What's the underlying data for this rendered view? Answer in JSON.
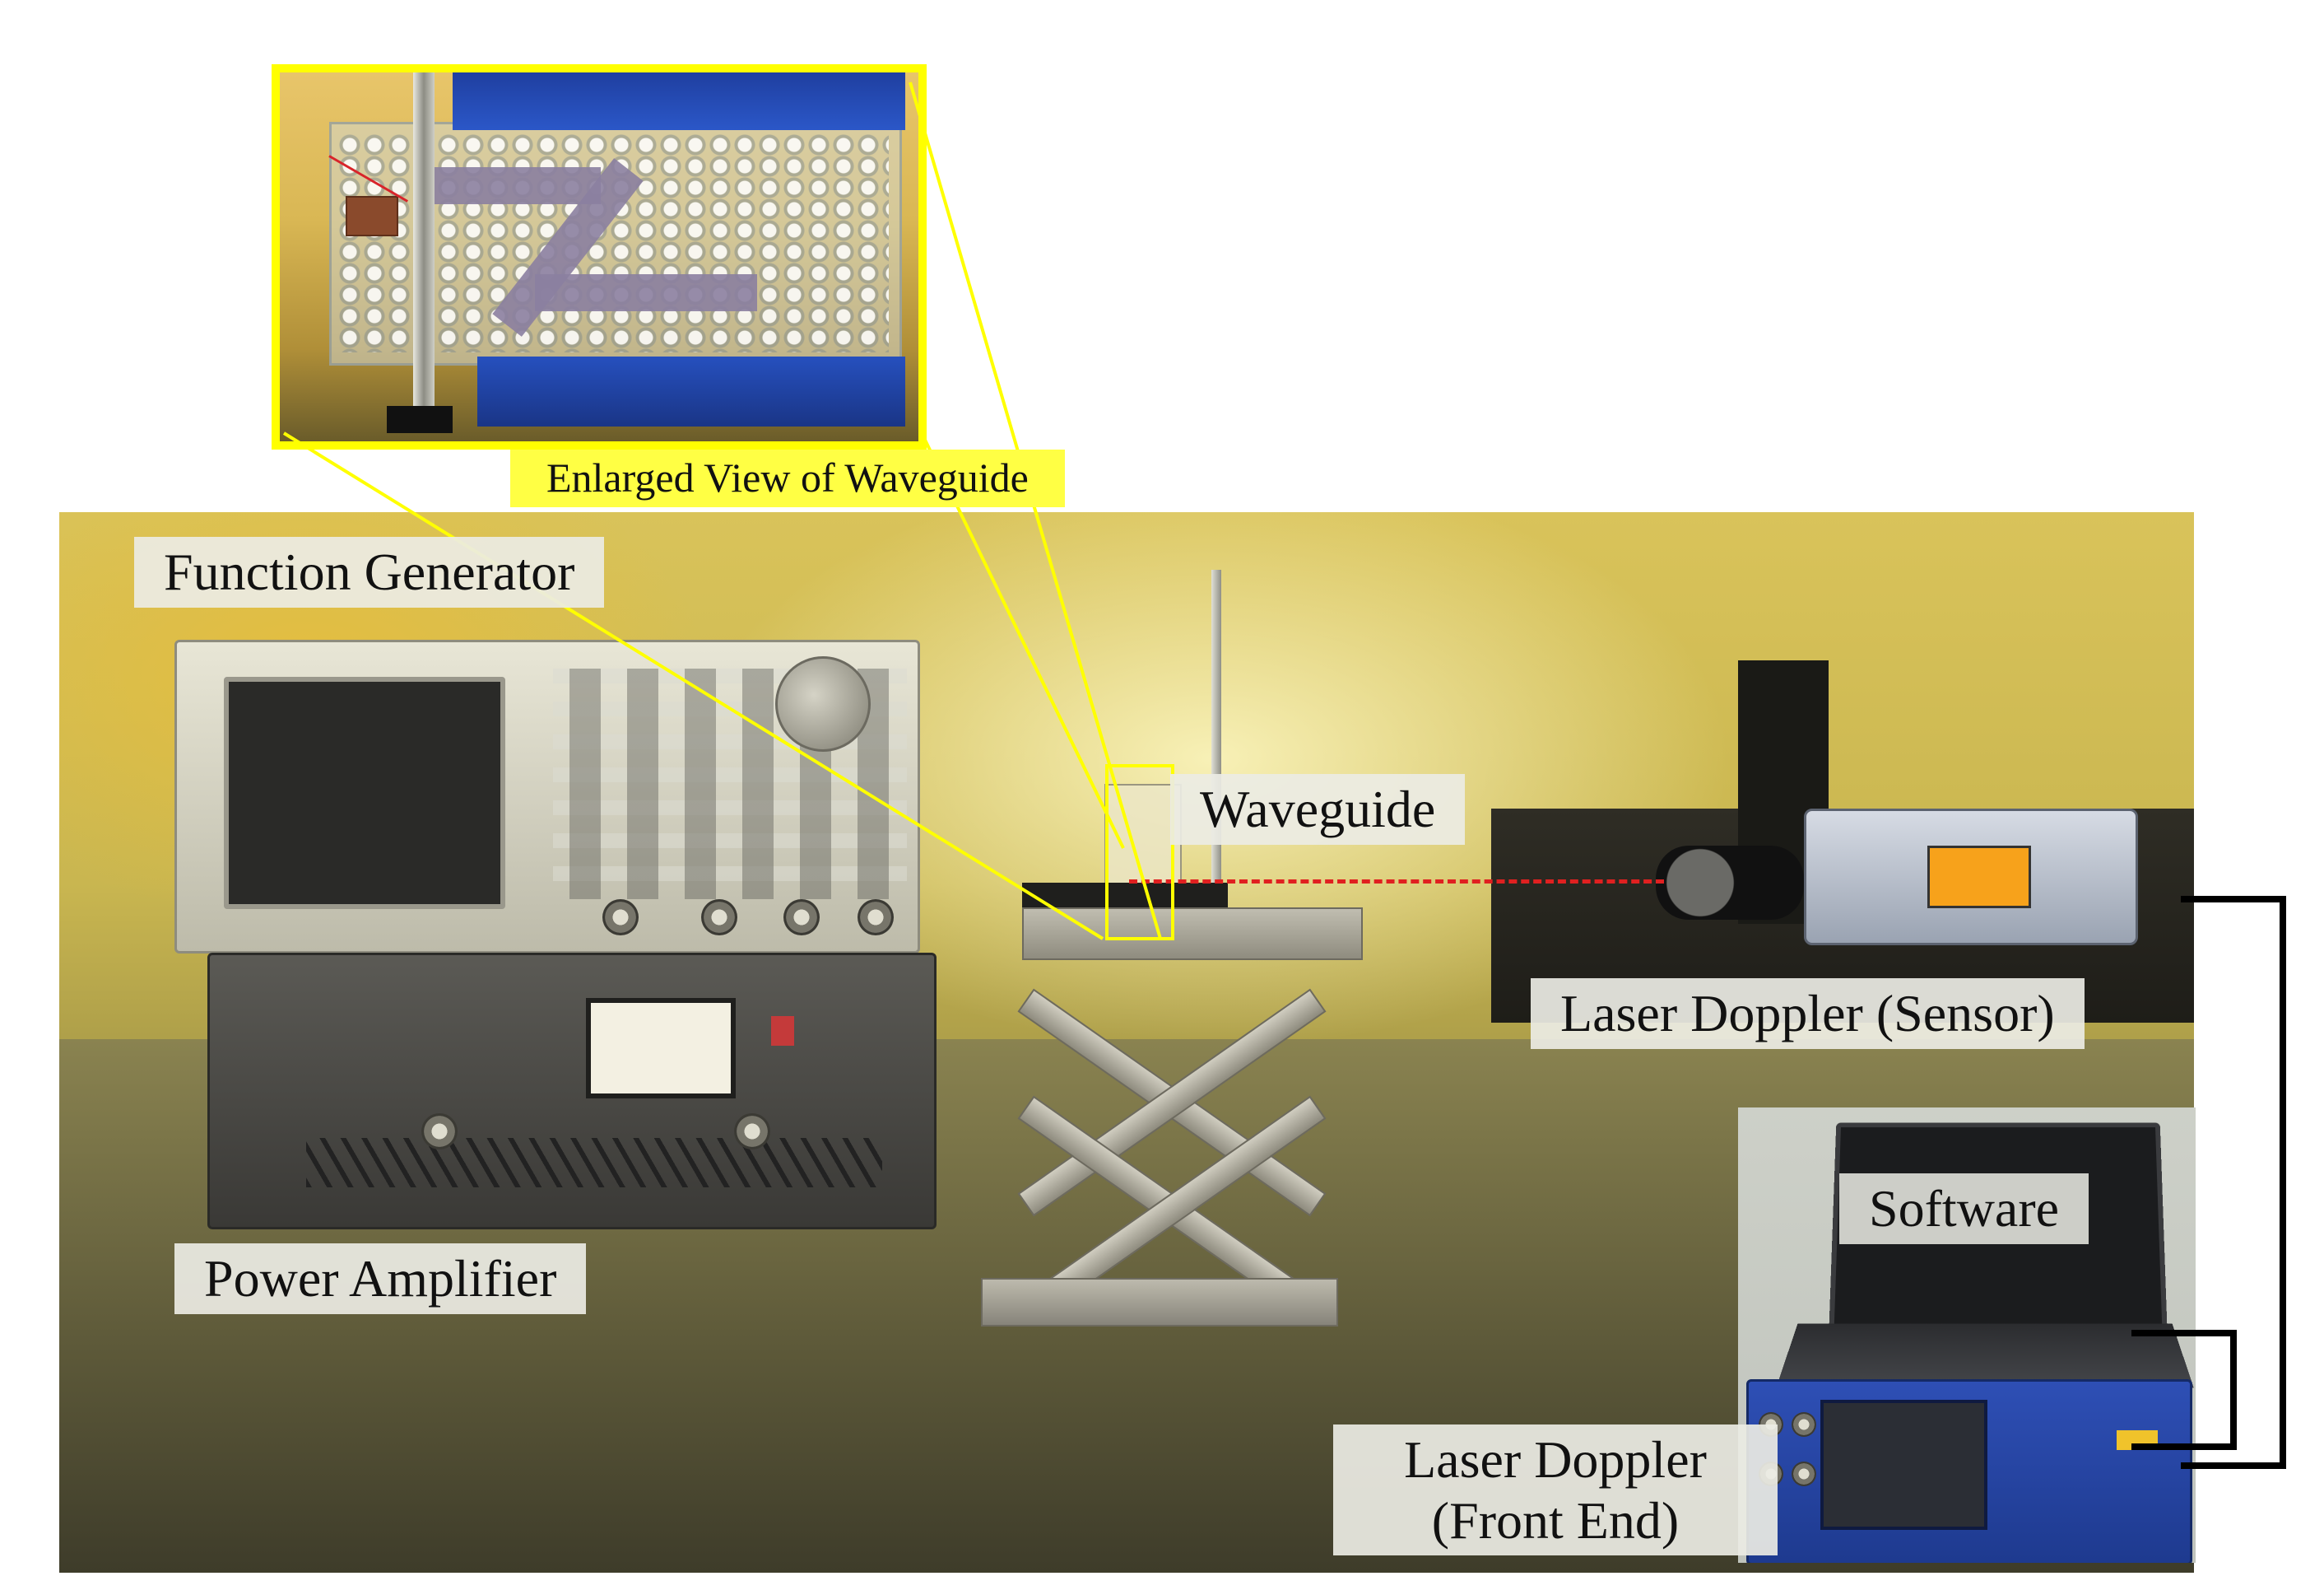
{
  "labels": {
    "enlarged_view": "Enlarged View of Waveguide",
    "function_generator": "Function Generator",
    "waveguide": "Waveguide",
    "laser_doppler_sensor": "Laser Doppler (Sensor)",
    "power_amplifier": "Power Amplifier",
    "software": "Software",
    "laser_doppler_front_end_line1": "Laser Doppler",
    "laser_doppler_front_end_line2": "(Front End)"
  },
  "colors": {
    "inset_border": "#ffff00",
    "laser_beam": "#e02020",
    "label_background": "#ebebe4",
    "enlarged_label_background": "#ffff44"
  },
  "icons": [
    "laser-beam",
    "cable-connection"
  ]
}
